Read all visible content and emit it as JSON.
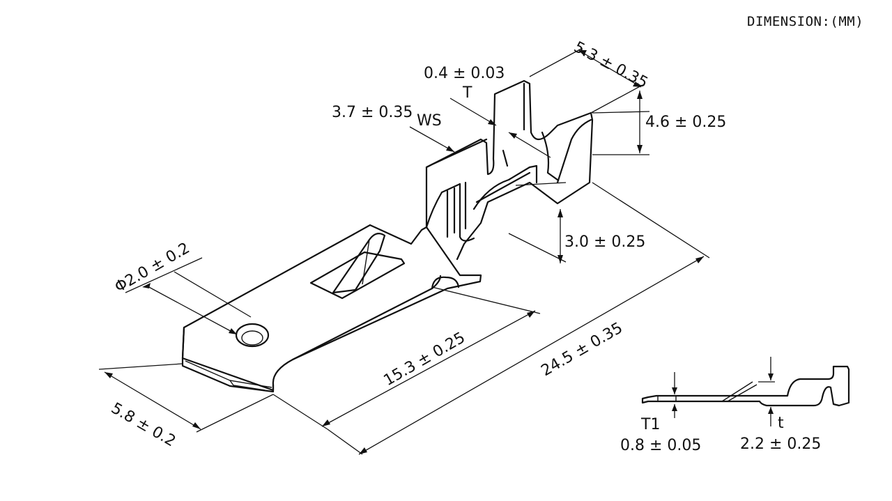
{
  "header": {
    "units": "DIMENSION:(MM)"
  },
  "dimensions": {
    "width_top": "5.3 ± 0.35",
    "thickness": "0.4 ± 0.03",
    "thickness_symbol": "T",
    "wire_slot": "3.7 ± 0.35",
    "wire_slot_symbol": "WS",
    "height_top": "4.6 ± 0.25",
    "height_lower": "3.0 ± 0.25",
    "hole_diameter": "Φ2.0 ± 0.2",
    "tab_length": "15.3 ± 0.25",
    "overall_length": "24.5 ± 0.35",
    "tab_width": "5.8 ± 0.2"
  },
  "side_view": {
    "t1_symbol": "T1",
    "t1_value": "0.8 ± 0.05",
    "t_symbol": "t",
    "t_value": "2.2 ± 0.25"
  }
}
